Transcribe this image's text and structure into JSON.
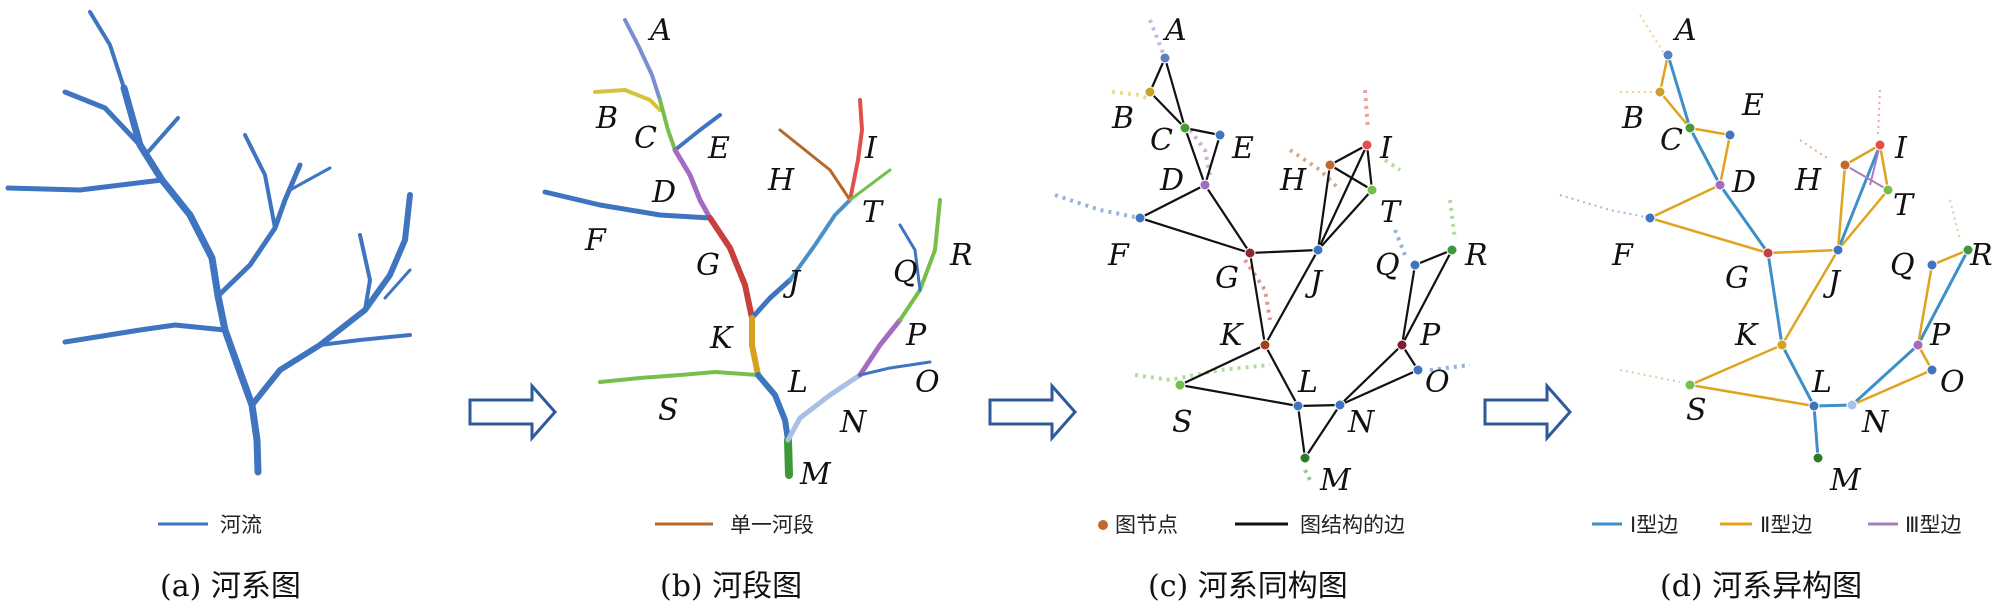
{
  "colors": {
    "river": "#3f74c0",
    "edge_type_1": "#3d8fc6",
    "edge_type_2": "#e0a320",
    "edge_type_3": "#a77fc1",
    "graph_edge": "#111111",
    "node": "#c0692b"
  },
  "nodes": [
    "A",
    "B",
    "C",
    "D",
    "E",
    "F",
    "G",
    "H",
    "I",
    "J",
    "K",
    "L",
    "M",
    "N",
    "O",
    "P",
    "Q",
    "R",
    "S",
    "T"
  ],
  "legend": {
    "river": "河流",
    "segment": "单一河段",
    "graph_node": "图节点",
    "graph_edge": "图结构的边",
    "edge_type_1": "Ⅰ型边",
    "edge_type_2": "Ⅱ型边",
    "edge_type_3": "Ⅲ型边"
  },
  "captions": {
    "a": "(a) 河系图",
    "b": "(b) 河段图",
    "c": "(c) 河系同构图",
    "d": "(d) 河系异构图"
  },
  "arrow_icon": "hollow-right-arrow-icon"
}
